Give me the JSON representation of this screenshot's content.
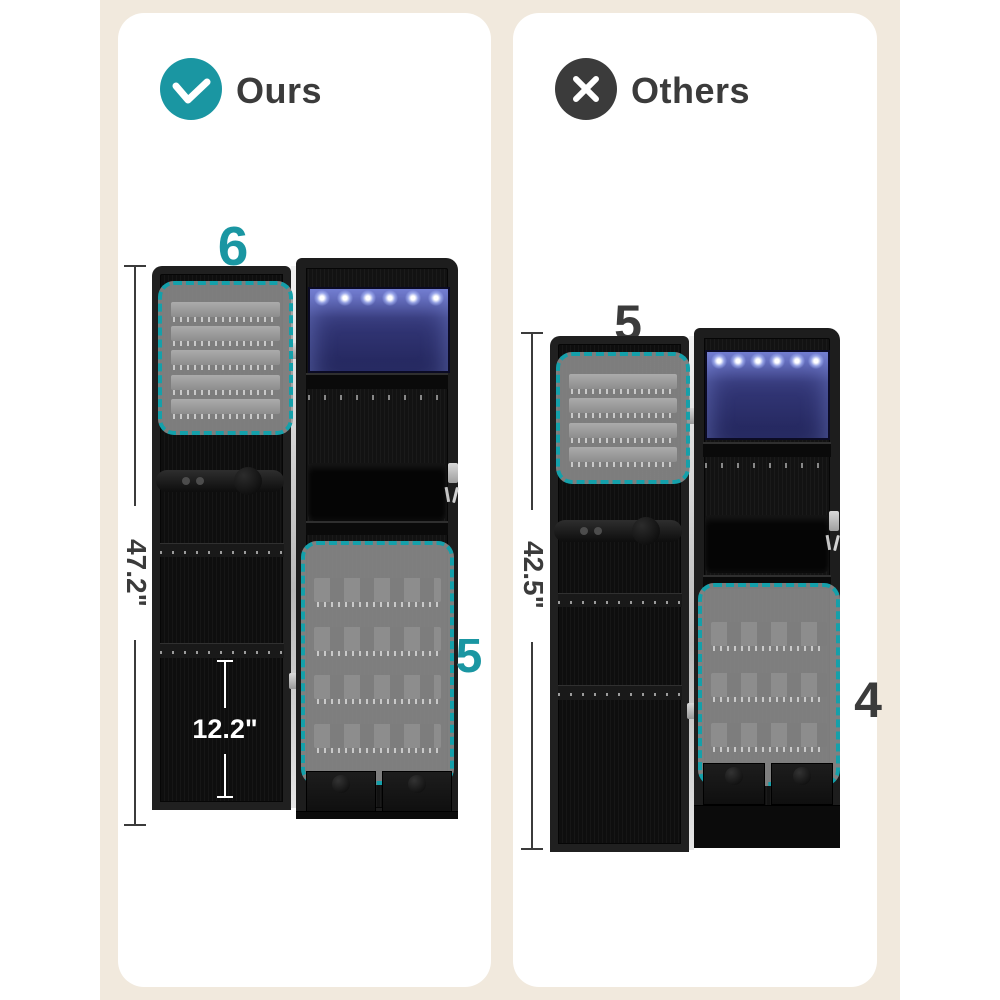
{
  "comparison": {
    "ours": {
      "label": "Ours",
      "icon": "check-circle-icon",
      "top_count": "6",
      "side_count": "5",
      "cabinet_height": "47.2\"",
      "door_inner_height": "12.2\""
    },
    "others": {
      "label": "Others",
      "icon": "x-circle-icon",
      "top_count": "5",
      "side_count": "4",
      "cabinet_height": "42.5\""
    }
  },
  "colors": {
    "accent_teal": "#1a96a2",
    "dark_gray": "#3b3b3b",
    "cream_background": "#f1e9dd",
    "led_glow_blue": "#4a4f9e"
  }
}
